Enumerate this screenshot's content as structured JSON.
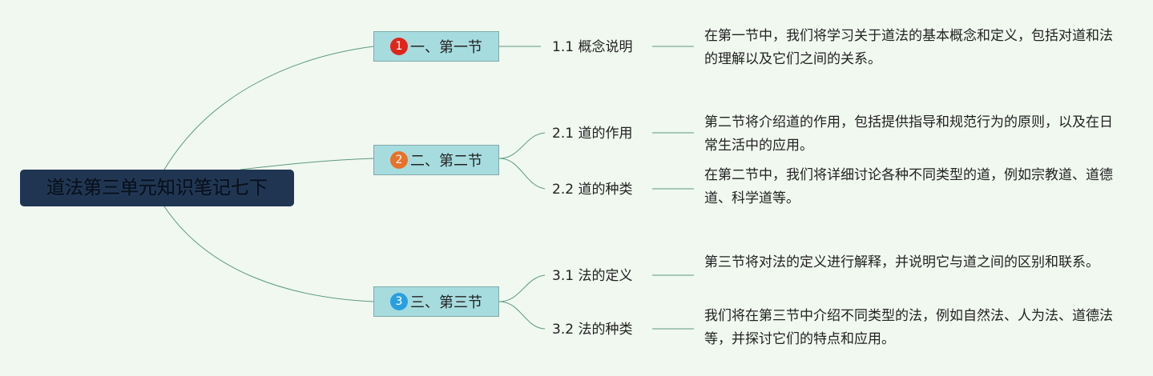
{
  "root": {
    "title": "道法第三单元知识笔记七下"
  },
  "sections": [
    {
      "badge": "1",
      "badge_color": "#e0261b",
      "label": "一、第一节",
      "topics": [
        {
          "label": "1.1 概念说明",
          "desc": "在第一节中，我们将学习关于道法的基本概念和定义，包括对道和法的理解以及它们之间的关系。"
        }
      ]
    },
    {
      "badge": "2",
      "badge_color": "#e8722a",
      "label": "二、第二节",
      "topics": [
        {
          "label": "2.1 道的作用",
          "desc": "第二节将介绍道的作用，包括提供指导和规范行为的原则，以及在日常生活中的应用。"
        },
        {
          "label": "2.2 道的种类",
          "desc": "在第二节中，我们将详细讨论各种不同类型的道，例如宗教道、道德道、科学道等。"
        }
      ]
    },
    {
      "badge": "3",
      "badge_color": "#2a9fe0",
      "label": "三、第三节",
      "topics": [
        {
          "label": "3.1 法的定义",
          "desc": "第三节将对法的定义进行解释，并说明它与道之间的区别和联系。"
        },
        {
          "label": "3.2 法的种类",
          "desc": "我们将在第三节中介绍不同类型的法，例如自然法、人为法、道德法等，并探讨它们的特点和应用。"
        }
      ]
    }
  ],
  "colors": {
    "background": "#f0f8ef",
    "root_fill": "#1f3552",
    "section_fill": "#a7dcdf",
    "connector": "#5c9a7e"
  }
}
